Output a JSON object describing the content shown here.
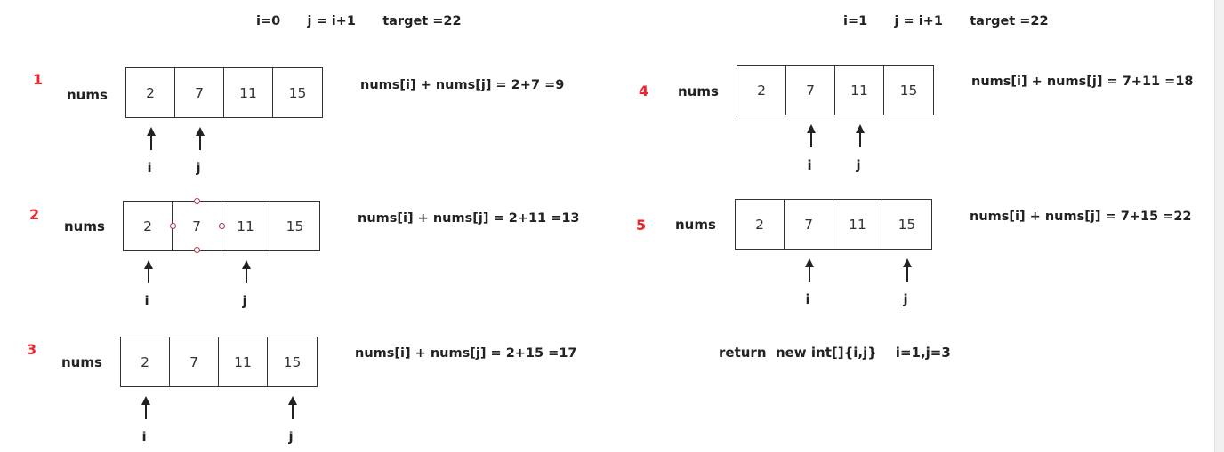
{
  "headers": {
    "left": "i=0      j = i+1      target =22",
    "right": "i=1      j = i+1      target =22"
  },
  "steps": [
    {
      "num": "1",
      "label": "nums",
      "cells": [
        "2",
        "7",
        "11",
        "15"
      ],
      "i_idx": 0,
      "j_idx": 1,
      "i_label": "i",
      "j_label": "j",
      "equation": "nums[i] + nums[j] = 2+7 =9"
    },
    {
      "num": "2",
      "label": "nums",
      "cells": [
        "2",
        "7",
        "11",
        "15"
      ],
      "i_idx": 0,
      "j_idx": 2,
      "i_label": "i",
      "j_label": "j",
      "equation": "nums[i] + nums[j] = 2+11 =13"
    },
    {
      "num": "3",
      "label": "nums",
      "cells": [
        "2",
        "7",
        "11",
        "15"
      ],
      "i_idx": 0,
      "j_idx": 3,
      "i_label": "i",
      "j_label": "j",
      "equation": "nums[i] + nums[j] = 2+15 =17"
    },
    {
      "num": "4",
      "label": "nums",
      "cells": [
        "2",
        "7",
        "11",
        "15"
      ],
      "i_idx": 1,
      "j_idx": 2,
      "i_label": "i",
      "j_label": "j",
      "equation": "nums[i] + nums[j] = 7+11 =18"
    },
    {
      "num": "5",
      "label": "nums",
      "cells": [
        "2",
        "7",
        "11",
        "15"
      ],
      "i_idx": 1,
      "j_idx": 3,
      "i_label": "i",
      "j_label": "j",
      "equation": "nums[i] + nums[j] = 7+15 =22"
    }
  ],
  "result": "return  new int[]{i,j}    i=1,j=3",
  "colors": {
    "step_number": "#e8262b",
    "selection_handle": "#b3374b",
    "text": "#222222"
  }
}
